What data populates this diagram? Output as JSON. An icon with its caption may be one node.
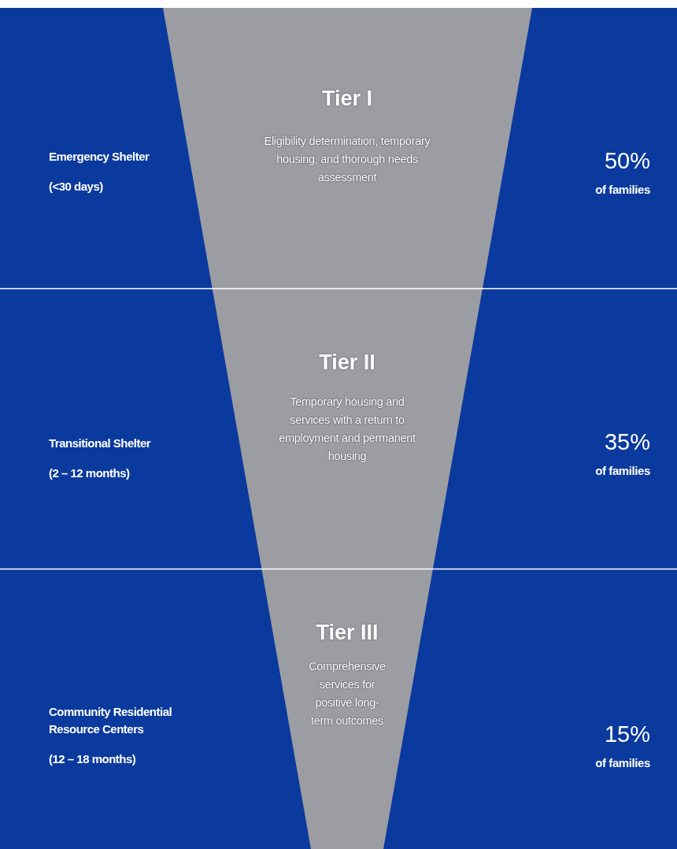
{
  "diagram": {
    "nodes": [
      {
        "text": [
          "Emergency Shelter",
          "(<30 days)",
          "Tier I",
          "Eligibility determination, temporary housing, and thorough needs assessment",
          "50%",
          "of families"
        ]
      },
      {
        "text": [
          "Transitional Shelter",
          "(2 – 12 months)",
          "Tier II",
          "Temporary housing and services with a return to employment and permanent housing",
          "35%",
          "of families"
        ]
      },
      {
        "text": [
          "Community Residential Resource Centers",
          "(12 – 18 months)",
          "Tier III",
          "Comprehensive services for positive long-term outcomes",
          "15%",
          "of families"
        ]
      }
    ]
  }
}
